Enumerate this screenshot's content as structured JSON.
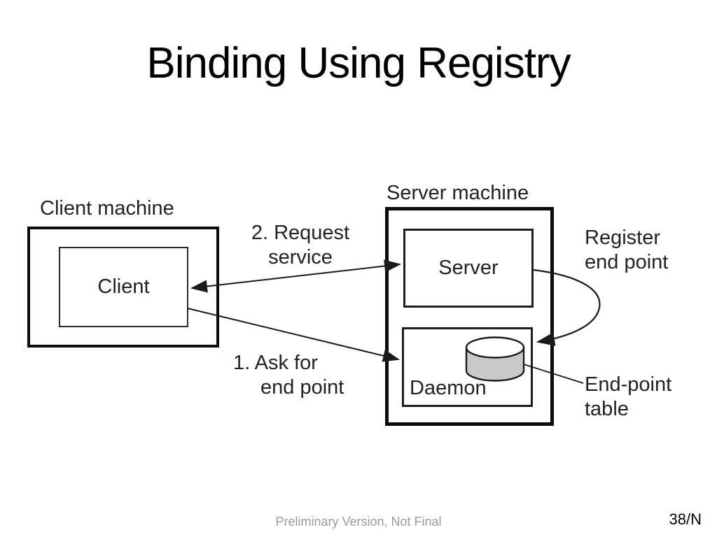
{
  "slide": {
    "title": "Binding Using Registry",
    "footer": {
      "note": "Preliminary Version, Not Final",
      "page": "38/N"
    }
  },
  "diagram": {
    "client_machine_label": "Client machine",
    "server_machine_label": "Server machine",
    "client_box_label": "Client",
    "server_box_label": "Server",
    "daemon_box_label": "Daemon",
    "annotations": {
      "request_service": {
        "line1": "2. Request",
        "line2": "service"
      },
      "ask_endpoint": {
        "line1": "1. Ask for",
        "line2": "end point"
      },
      "register_endpoint": {
        "line1": "Register",
        "line2": "end point"
      },
      "endpoint_table": {
        "line1": "End-point",
        "line2": "table"
      }
    },
    "colors": {
      "line": "#1a1a1a",
      "cylinder_fill": "#c9c9c9",
      "cylinder_top_fill": "#ffffff"
    }
  }
}
